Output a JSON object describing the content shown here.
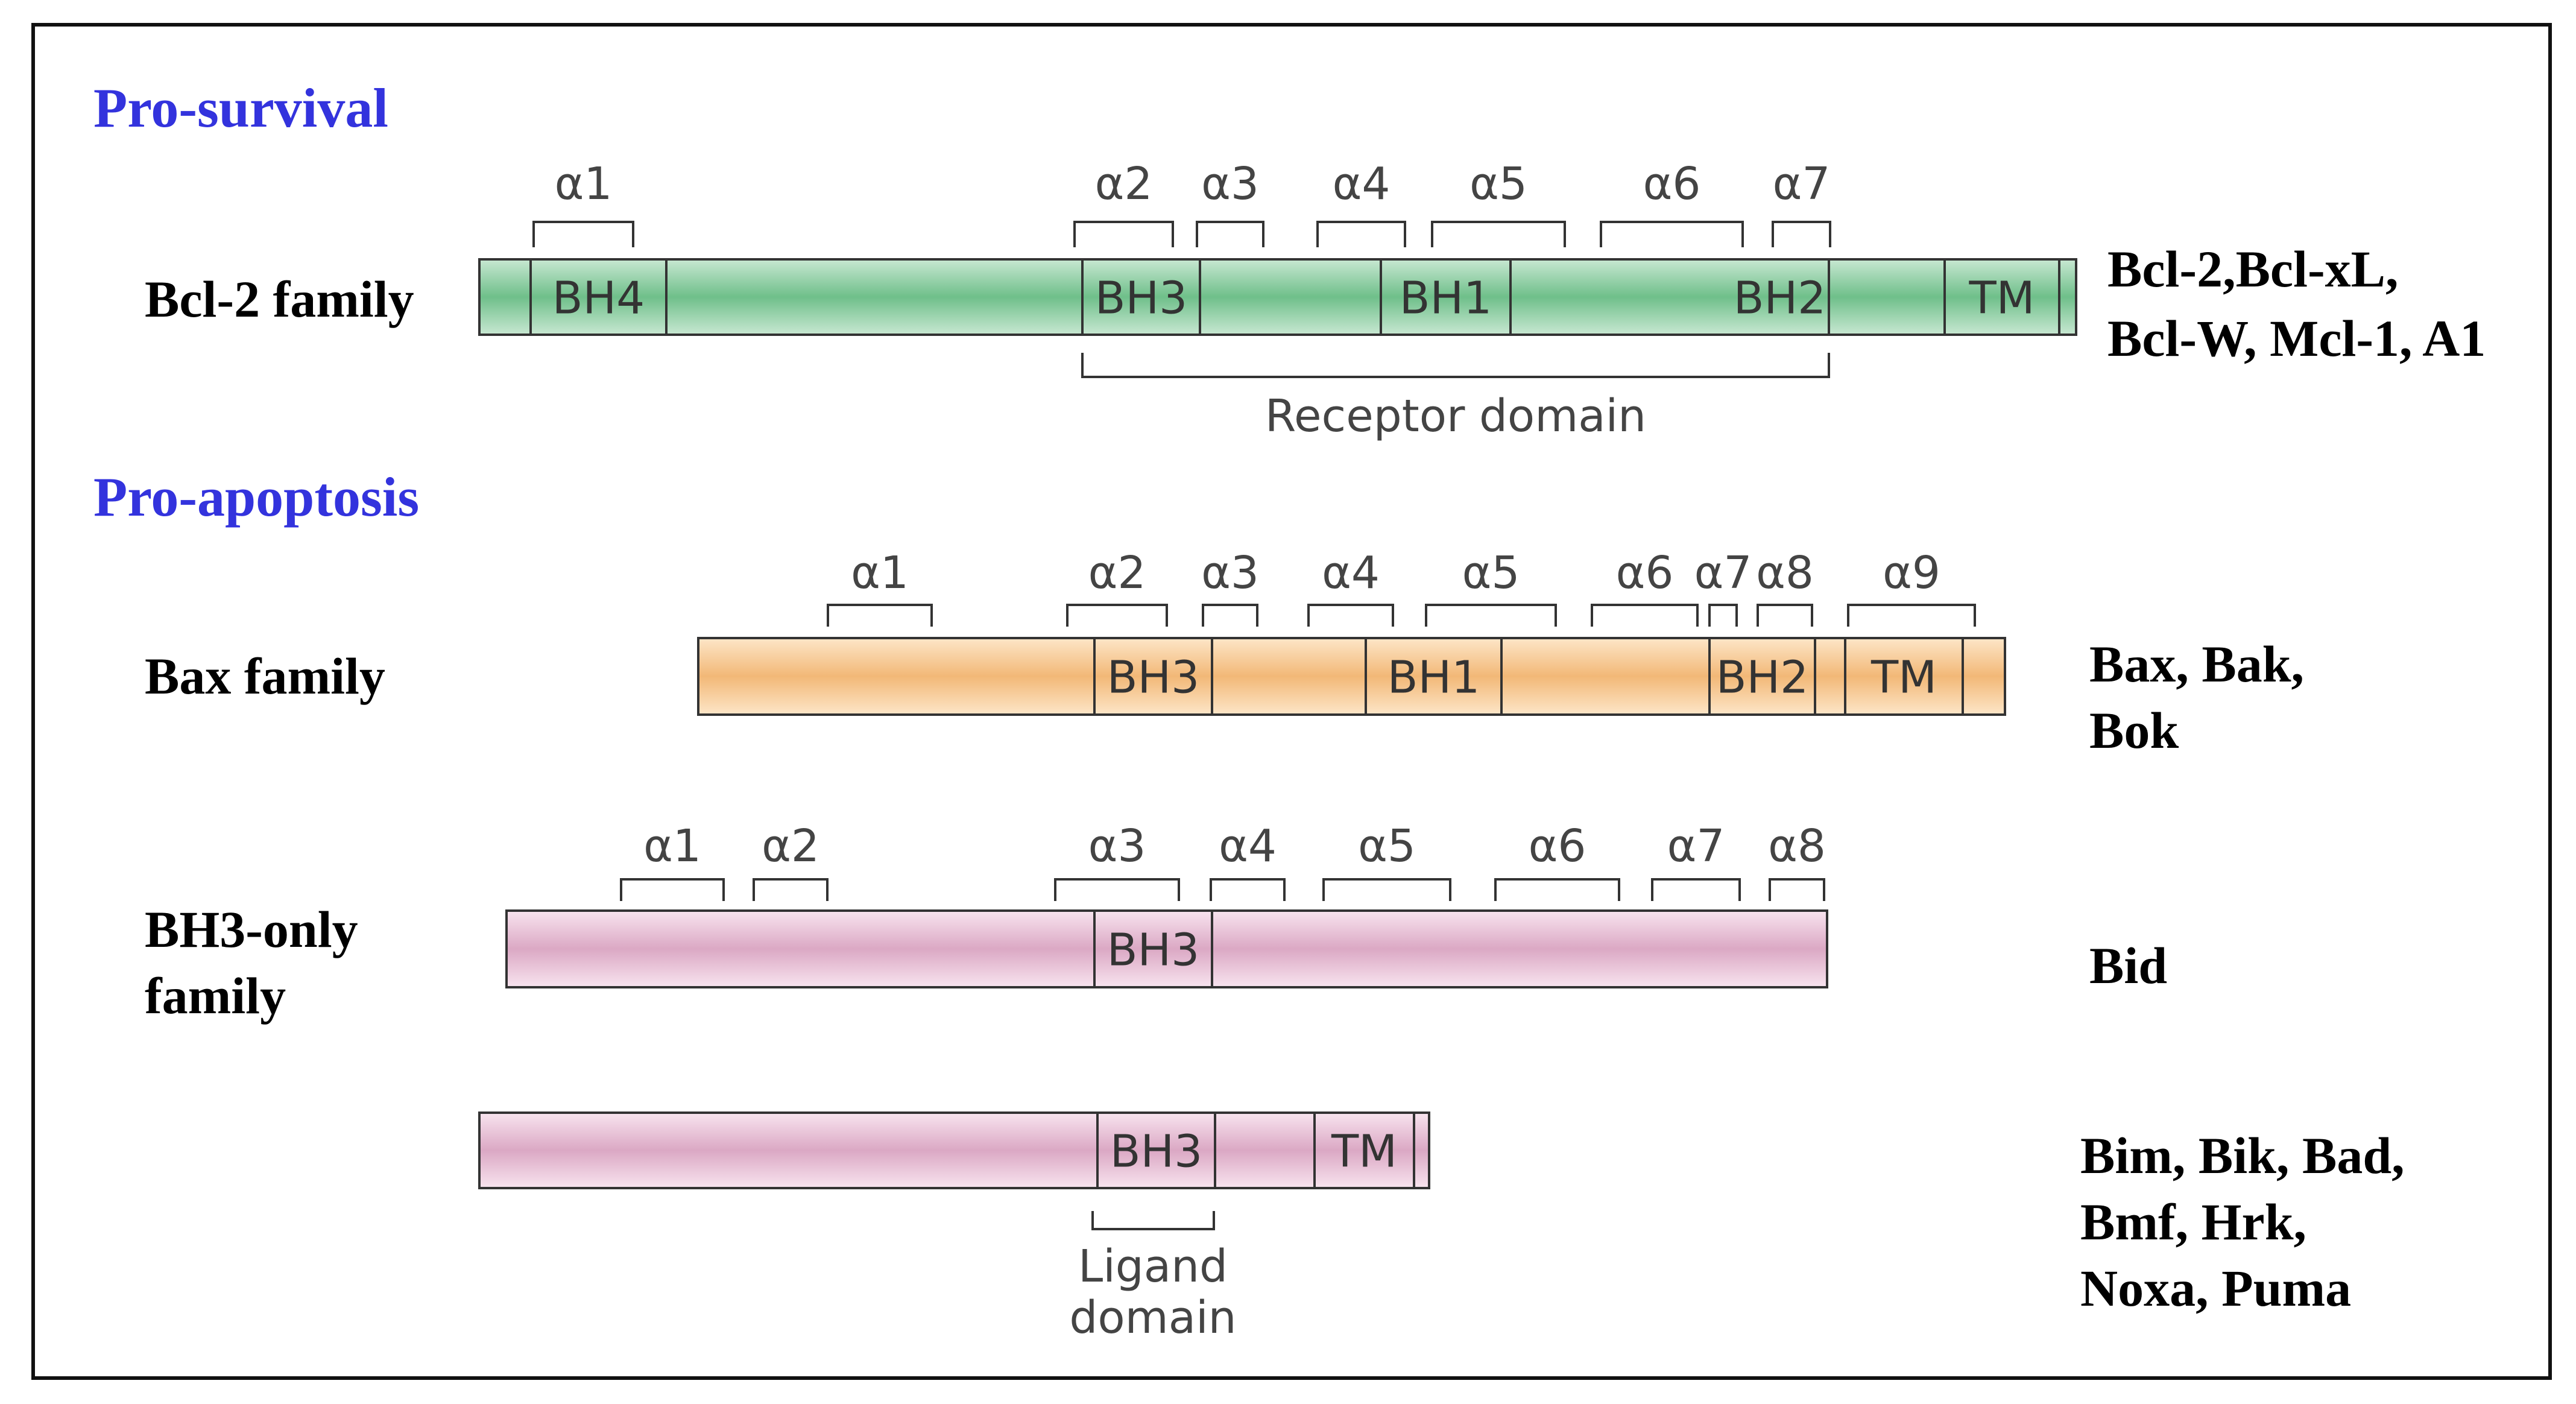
{
  "colors": {
    "section_title": "#3333dd",
    "outline": "#333333",
    "bcl2_fill_top": "#c8e8d2",
    "bcl2_fill_mid": "#6fbf8a",
    "bax_fill_top": "#fde6c8",
    "bax_fill_mid": "#f2b877",
    "bh3only_fill_top": "#f8e4ef",
    "bh3only_fill_mid": "#dba8c4"
  },
  "sections": [
    {
      "id": "pro-survival",
      "title": "Pro-survival"
    },
    {
      "id": "pro-apoptosis",
      "title": "Pro-apoptosis"
    }
  ],
  "proteins": [
    {
      "id": "bcl2",
      "family_lines": [
        "Bcl-2 family"
      ],
      "members_lines": [
        "Bcl-2,Bcl-xL,",
        "Bcl-W, Mcl-1, A1"
      ],
      "fill": "green",
      "domains": [
        "BH4",
        "BH3",
        "BH1",
        "BH2",
        "TM"
      ],
      "helices": [
        "α1",
        "α2",
        "α3",
        "α4",
        "α5",
        "α6",
        "α7"
      ],
      "annotation": "Receptor domain"
    },
    {
      "id": "bax",
      "family_lines": [
        "Bax family"
      ],
      "members_lines": [
        "Bax, Bak,",
        "Bok"
      ],
      "fill": "orange",
      "domains": [
        "BH3",
        "BH1",
        "BH2",
        "TM"
      ],
      "helices": [
        "α1",
        "α2",
        "α3",
        "α4",
        "α5",
        "α6",
        "α7",
        "α8",
        "α9"
      ]
    },
    {
      "id": "bid",
      "family_lines": [
        "BH3-only",
        "family"
      ],
      "members_lines": [
        "Bid"
      ],
      "fill": "pink",
      "domains": [
        "BH3"
      ],
      "helices": [
        "α1",
        "α2",
        "α3",
        "α4",
        "α5",
        "α6",
        "α7",
        "α8"
      ]
    },
    {
      "id": "bim",
      "family_lines": [],
      "members_lines": [
        "Bim, Bik, Bad,",
        "Bmf, Hrk,",
        "Noxa, Puma"
      ],
      "fill": "pink",
      "domains": [
        "BH3",
        "TM"
      ],
      "helices": [],
      "annotation_lines": [
        "Ligand",
        "domain"
      ]
    }
  ]
}
